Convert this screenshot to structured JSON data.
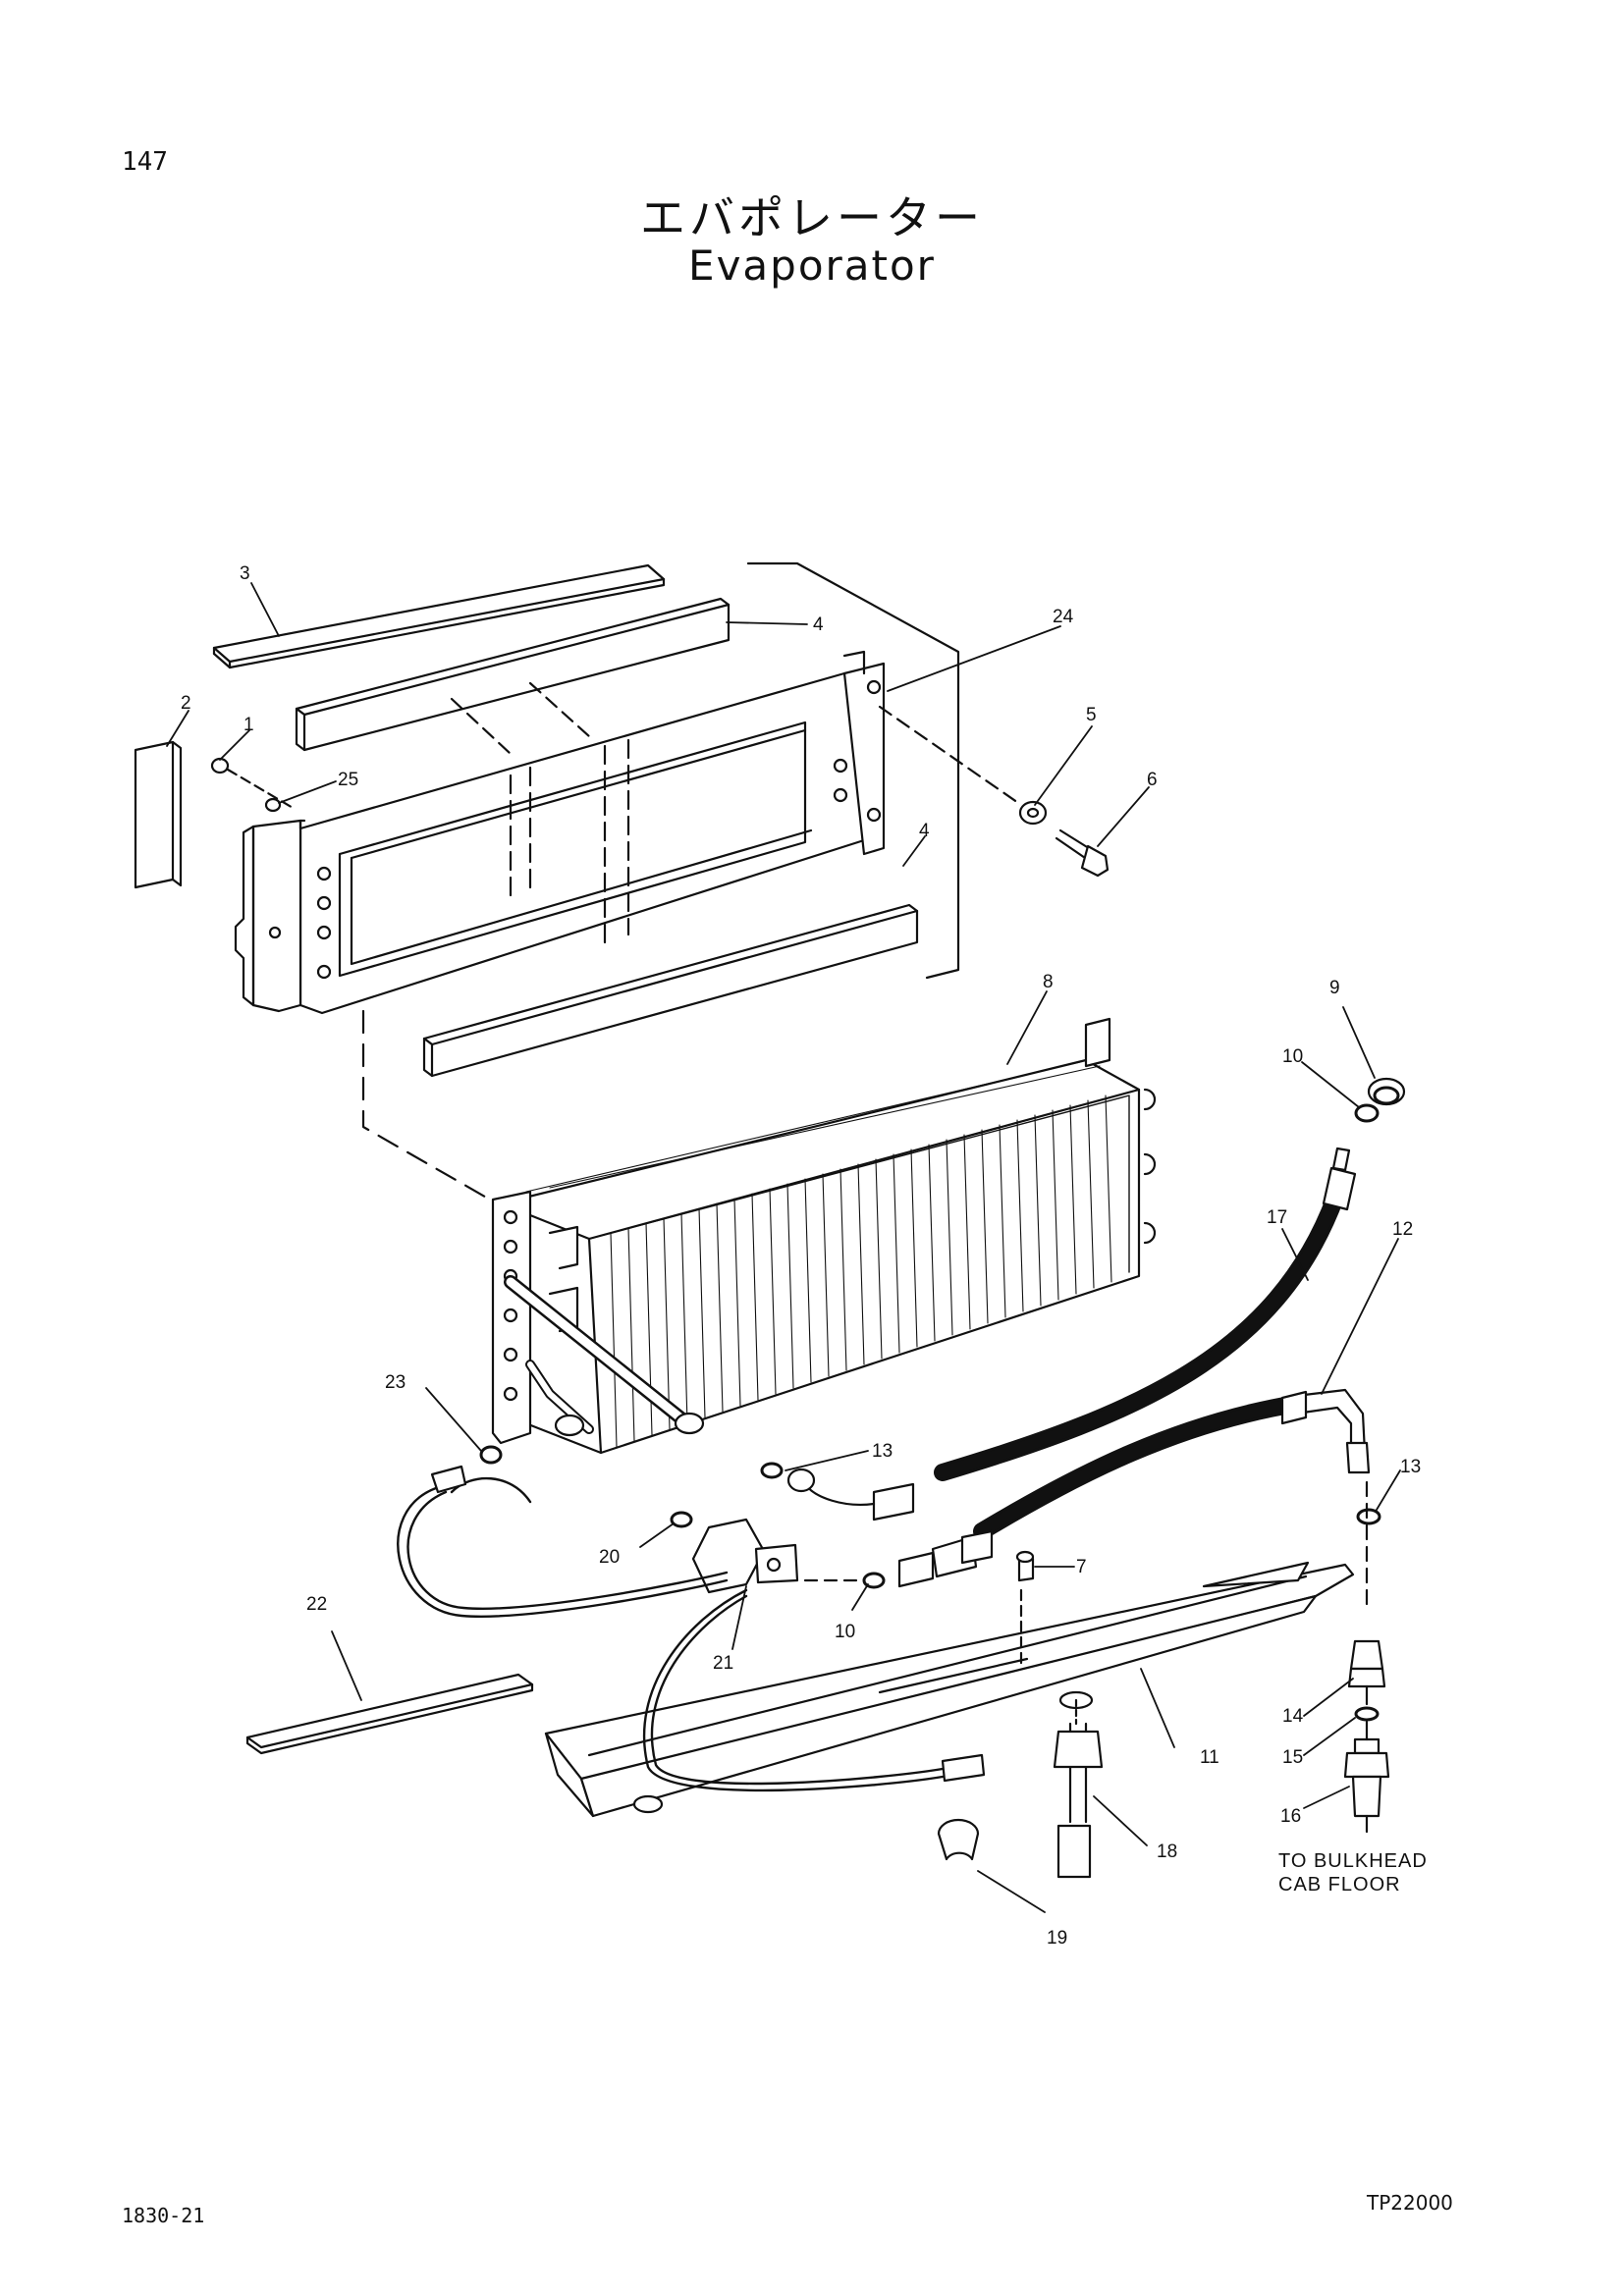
{
  "page_number": "147",
  "title_ja": "エバポレーター",
  "title_en": "Evaporator",
  "doc_code": "1830-21",
  "ref_code": "TP22000",
  "note": [
    "TO BULKHEAD",
    "CAB FLOOR"
  ],
  "callouts": [
    "1",
    "2",
    "3",
    "4",
    "4",
    "5",
    "6",
    "7",
    "8",
    "9",
    "10",
    "10",
    "11",
    "12",
    "13",
    "13",
    "14",
    "15",
    "16",
    "17",
    "18",
    "19",
    "20",
    "21",
    "22",
    "23",
    "24",
    "25"
  ]
}
